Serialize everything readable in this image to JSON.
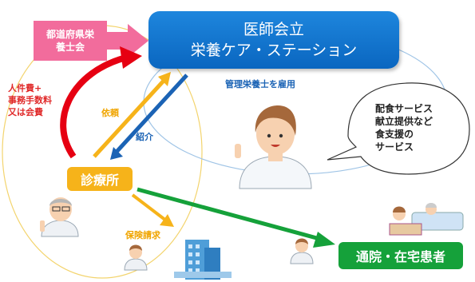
{
  "center": {
    "line1": "医師会立",
    "line2": "栄養ケア・ステーション"
  },
  "pref": {
    "line1": "都道府県栄",
    "line2": "養士会"
  },
  "cost": {
    "line1": "人件費+",
    "line2": "事務手数料",
    "line3": "又は会費"
  },
  "request_label": "依頼",
  "intro_label": "紹介",
  "hire_label": "管理栄養士を雇用",
  "clinic_label": "診療所",
  "claim_label": "保険請求",
  "patient_label": "通院・在宅患者",
  "bubble": {
    "line1": "配食サービス",
    "line2": "献立提供など",
    "line3": "食支援の",
    "line4": "サービス"
  },
  "colors": {
    "blue": "#0a66c0",
    "pink": "#f26c9c",
    "red": "#e60012",
    "yellow": "#f6b31a",
    "green": "#15a13a",
    "arrow_blue": "#1b63b5"
  }
}
